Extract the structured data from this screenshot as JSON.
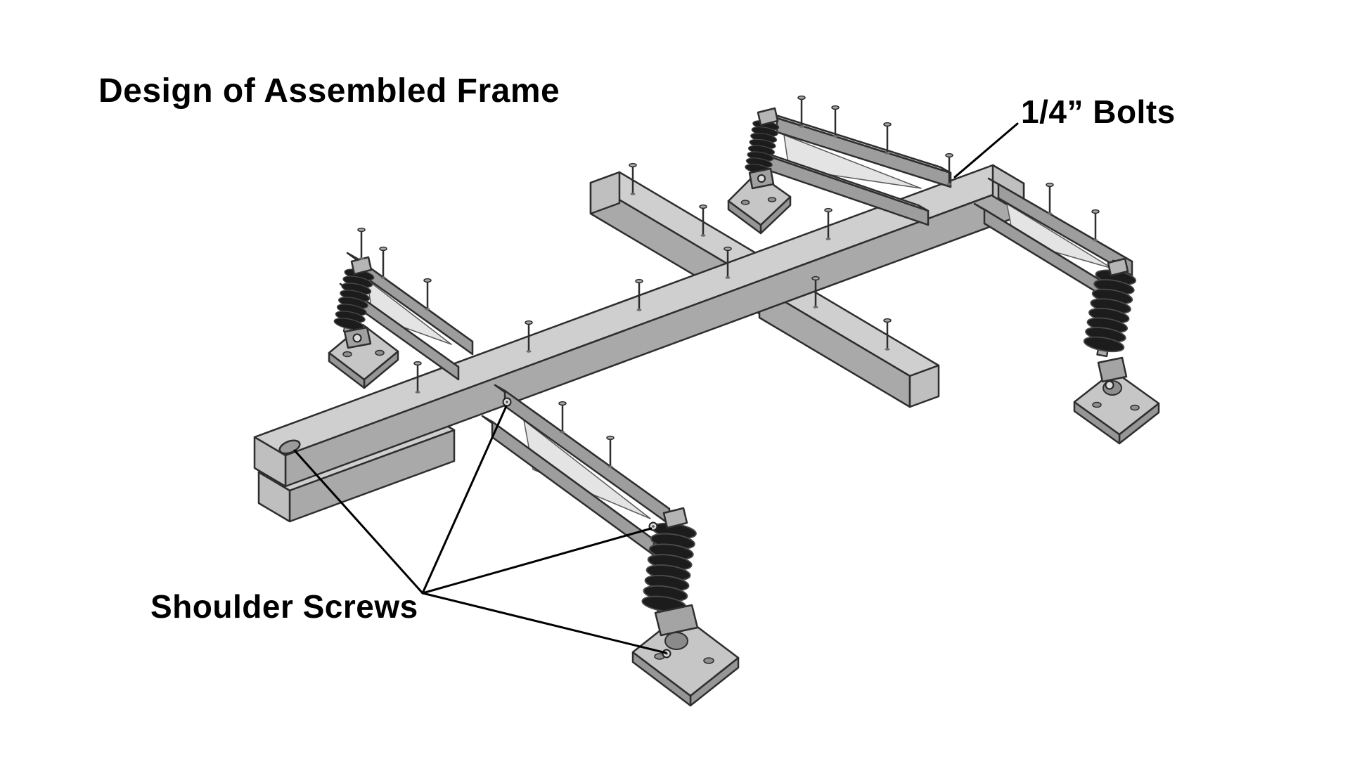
{
  "page": {
    "background_color": "#ffffff"
  },
  "labels": {
    "title": "Design of Assembled Frame",
    "bolts_callout": "1/4” Bolts",
    "shoulder_screws_callout": "Shoulder Screws"
  },
  "diagram": {
    "type": "isometric-assembly-drawing",
    "callouts": [
      {
        "label": "1/4” Bolts",
        "leader_count": 1
      },
      {
        "label": "Shoulder Screws",
        "leader_count": 4
      }
    ],
    "colors": {
      "background": "#ffffff",
      "beam_top": "#cfcfcf",
      "beam_side": "#a9a9a9",
      "beam_end": "#bfbfbf",
      "plate_top": "#c6c6c6",
      "plate_side": "#969696",
      "gusset_web": "#e4e4e4",
      "spring_coil": "#1c1c1c",
      "outline": "#2e2e2e",
      "annotation": "#000000"
    }
  }
}
